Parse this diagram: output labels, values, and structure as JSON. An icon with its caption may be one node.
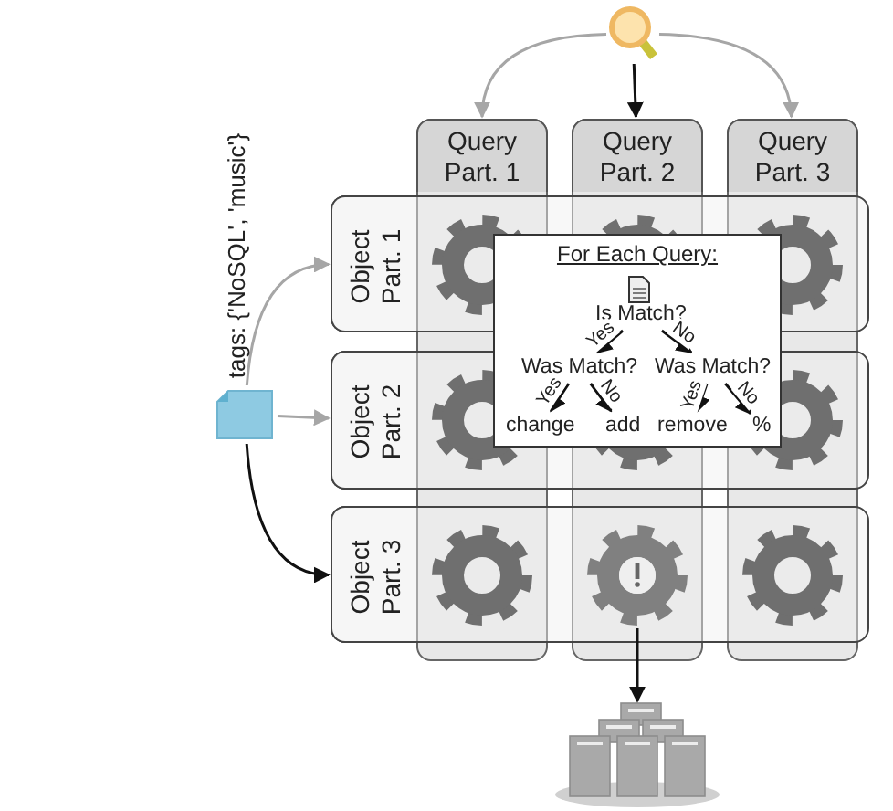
{
  "diagram": {
    "nodes": [
      {
        "text": [],
        "shape": "magnifier"
      },
      {
        "text": [
          "Query Part. 1"
        ]
      },
      {
        "text": [
          "Query Part. 2"
        ]
      },
      {
        "text": [
          "Query Part. 3"
        ]
      },
      {
        "text": [],
        "shape": "document",
        "beside": [
          "tags: {'NoSQL', 'music'}"
        ]
      },
      {
        "text": [
          "Object Part. 1"
        ]
      },
      {
        "text": [
          "Object Part. 2"
        ]
      },
      {
        "text": [
          "Object Part. 3"
        ]
      },
      {
        "text": [
          "For Each Query:"
        ]
      },
      {
        "text": [
          "Is Match?"
        ],
        "in": 8
      },
      {
        "text": [
          "Was Match?"
        ],
        "in": 8
      },
      {
        "text": [
          "Was Match?"
        ],
        "in": 8
      },
      {
        "text": [
          "change"
        ],
        "in": 8
      },
      {
        "text": [
          "add"
        ],
        "in": 8
      },
      {
        "text": [
          "remove"
        ],
        "in": 8
      },
      {
        "text": [
          "%"
        ],
        "in": 8
      },
      {
        "text": [],
        "shape": "gear"
      },
      {
        "text": [],
        "shape": "server"
      }
    ],
    "edges": [
      {
        "from": 0,
        "to": 1,
        "arrow": "to",
        "color": "#a6a6a6"
      },
      {
        "from": 0,
        "to": 2,
        "arrow": "to"
      },
      {
        "from": 0,
        "to": 3,
        "arrow": "to",
        "color": "#a6a6a6"
      },
      {
        "from": 4,
        "to": 5,
        "arrow": "to",
        "color": "#a6a6a6"
      },
      {
        "from": 4,
        "to": 6,
        "arrow": "to",
        "color": "#a6a6a6"
      },
      {
        "from": 4,
        "to": 7,
        "arrow": "to"
      },
      {
        "from": 9,
        "to": 10,
        "arrow": "to",
        "label": "Yes"
      },
      {
        "from": 9,
        "to": 11,
        "arrow": "to",
        "label": "No"
      },
      {
        "from": 10,
        "to": 12,
        "arrow": "to",
        "label": "Yes"
      },
      {
        "from": 10,
        "to": 13,
        "arrow": "to",
        "label": "No"
      },
      {
        "from": 11,
        "to": 14,
        "arrow": "to",
        "label": "Yes"
      },
      {
        "from": 11,
        "to": 15,
        "arrow": "to",
        "label": "No"
      },
      {
        "from": 16,
        "to": 17,
        "arrow": "to"
      }
    ]
  }
}
